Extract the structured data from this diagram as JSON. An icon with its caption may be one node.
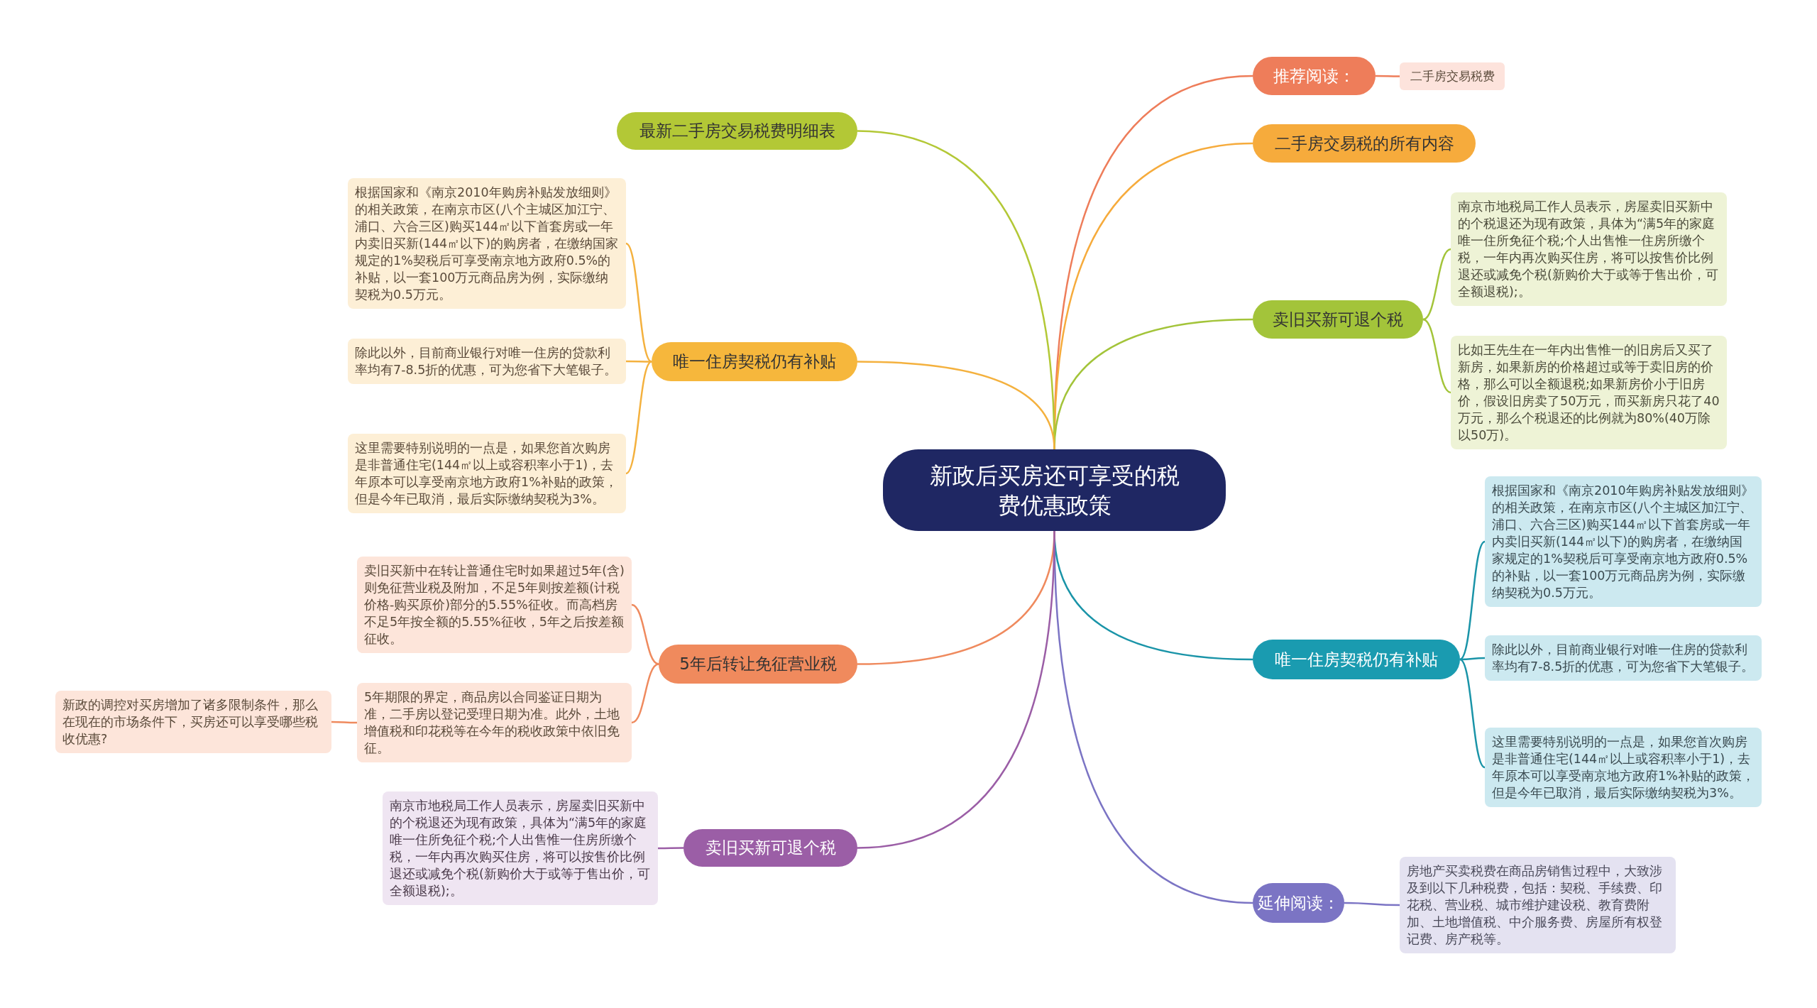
{
  "diagram": {
    "nodes": [
      {
        "text": [
          "新政后买房还可享受的税费优惠政策"
        ]
      },
      {
        "text": [
          "推荐阅读："
        ]
      },
      {
        "text": [
          "二手房交易税费"
        ]
      },
      {
        "text": [
          "二手房交易税的所有内容"
        ]
      },
      {
        "text": [
          "卖旧买新可退个税"
        ]
      },
      {
        "text": [
          "南京市地税局工作人员表示，房屋卖旧买新中的个税退还为现有政策，具体为“满5年的家庭唯一住所免征个税;个人出售惟一住房所缴个税，一年内再次购买住房，将可以按售价比例退还或减免个税(新购价大于或等于售出价，可全额退税);。"
        ]
      },
      {
        "text": [
          "比如王先生在一年内出售惟一的旧房后又买了新房，如果新房的价格超过或等于卖旧房的价格，那么可以全额退税;如果新房价小于旧房价，假设旧房卖了50万元，而买新房只花了40万元，那么个税退还的比例就为80%(40万除以50万)。"
        ]
      },
      {
        "text": [
          "唯一住房契税仍有补贴"
        ]
      },
      {
        "text": [
          "根据国家和《南京2010年购房补贴发放细则》的相关政策，在南京市区(八个主城区加江宁、浦口、六合三区)购买144㎡以下首套房或一年内卖旧买新(144㎡以下)的购房者，在缴纳国家规定的1%契税后可享受南京地方政府0.5%的补贴，以一套100万元商品房为例，实际缴纳契税为0.5万元。"
        ]
      },
      {
        "text": [
          "除此以外，目前商业银行对唯一住房的贷款利率均有7-8.5折的优惠，可为您省下大笔银子。"
        ]
      },
      {
        "text": [
          "这里需要特别说明的一点是，如果您首次购房是非普通住宅(144㎡以上或容积率小于1)，去年原本可以享受南京地方政府1%补贴的政策，但是今年已取消，最后实际缴纳契税为3%。"
        ]
      },
      {
        "text": [
          "延伸阅读："
        ]
      },
      {
        "text": [
          "房地产买卖税费在商品房销售过程中，大致涉及到以下几种税费，包括：契税、手续费、印花税、营业税、城市维护建设税、教育费附加、土地增值税、中介服务费、房屋所有权登记费、房产税等。"
        ]
      },
      {
        "text": [
          "最新二手房交易税费明细表"
        ]
      },
      {
        "text": [
          "唯一住房契税仍有补贴"
        ]
      },
      {
        "text": [
          "根据国家和《南京2010年购房补贴发放细则》的相关政策，在南京市区(八个主城区加江宁、浦口、六合三区)购买144㎡以下首套房或一年内卖旧买新(144㎡以下)的购房者，在缴纳国家规定的1%契税后可享受南京地方政府0.5%的补贴，以一套100万元商品房为例，实际缴纳契税为0.5万元。"
        ]
      },
      {
        "text": [
          "除此以外，目前商业银行对唯一住房的贷款利率均有7-8.5折的优惠，可为您省下大笔银子。"
        ]
      },
      {
        "text": [
          "这里需要特别说明的一点是，如果您首次购房是非普通住宅(144㎡以上或容积率小于1)，去年原本可以享受南京地方政府1%补贴的政策，但是今年已取消，最后实际缴纳契税为3%。"
        ]
      },
      {
        "text": [
          "5年后转让免征营业税"
        ]
      },
      {
        "text": [
          "卖旧买新中在转让普通住宅时如果超过5年(含)则免征营业税及附加，不足5年则按差额(计税价格-购买原价)部分的5.55%征收。而高档房不足5年按全额的5.55%征收，5年之后按差额征收。"
        ]
      },
      {
        "text": [
          "5年期限的界定，商品房以合同鉴证日期为准，二手房以登记受理日期为准。此外，土地增值税和印花税等在今年的税收政策中依旧免征。"
        ]
      },
      {
        "text": [
          "新政的调控对买房增加了诸多限制条件，那么在现在的市场条件下，买房还可以享受哪些税收优惠?"
        ]
      },
      {
        "text": [
          "卖旧买新可退个税"
        ]
      },
      {
        "text": [
          "南京市地税局工作人员表示，房屋卖旧买新中的个税退还为现有政策，具体为“满5年的家庭唯一住所免征个税;个人出售惟一住房所缴个税，一年内再次购买住房，将可以按售价比例退还或减免个税(新购价大于或等于售出价，可全额退税);。"
        ]
      }
    ],
    "edges": [
      {
        "from": 0,
        "to": 1,
        "arrow": "none",
        "color": "#ee7d5a"
      },
      {
        "from": 1,
        "to": 2,
        "arrow": "none",
        "color": "#ee7d5a"
      },
      {
        "from": 0,
        "to": 3,
        "arrow": "none",
        "color": "#f6ab3c"
      },
      {
        "from": 0,
        "to": 4,
        "arrow": "none",
        "color": "#a3c43a"
      },
      {
        "from": 4,
        "to": 5,
        "arrow": "none",
        "color": "#a3c43a"
      },
      {
        "from": 4,
        "to": 6,
        "arrow": "none",
        "color": "#a3c43a"
      },
      {
        "from": 0,
        "to": 7,
        "arrow": "none",
        "color": "#1a94a8"
      },
      {
        "from": 7,
        "to": 8,
        "arrow": "none",
        "color": "#1a94a8"
      },
      {
        "from": 7,
        "to": 9,
        "arrow": "none",
        "color": "#1a94a8"
      },
      {
        "from": 7,
        "to": 10,
        "arrow": "none",
        "color": "#1a94a8"
      },
      {
        "from": 0,
        "to": 11,
        "arrow": "none",
        "color": "#7b74c4"
      },
      {
        "from": 11,
        "to": 12,
        "arrow": "none",
        "color": "#7b74c4"
      },
      {
        "from": 0,
        "to": 13,
        "arrow": "none",
        "color": "#b3c836"
      },
      {
        "from": 0,
        "to": 14,
        "arrow": "none",
        "color": "#f4b13e"
      },
      {
        "from": 14,
        "to": 15,
        "arrow": "none",
        "color": "#f4b13e"
      },
      {
        "from": 14,
        "to": 16,
        "arrow": "none",
        "color": "#f4b13e"
      },
      {
        "from": 14,
        "to": 17,
        "arrow": "none",
        "color": "#f4b13e"
      },
      {
        "from": 0,
        "to": 18,
        "arrow": "none",
        "color": "#ef8a5e"
      },
      {
        "from": 18,
        "to": 19,
        "arrow": "none",
        "color": "#ef8a5e"
      },
      {
        "from": 18,
        "to": 20,
        "arrow": "none",
        "color": "#ef8a5e"
      },
      {
        "from": 20,
        "to": 21,
        "arrow": "none",
        "color": "#ef8a5e"
      },
      {
        "from": 0,
        "to": 22,
        "arrow": "none",
        "color": "#9b5ea6"
      },
      {
        "from": 22,
        "to": 23,
        "arrow": "none",
        "color": "#9b5ea6"
      }
    ]
  }
}
